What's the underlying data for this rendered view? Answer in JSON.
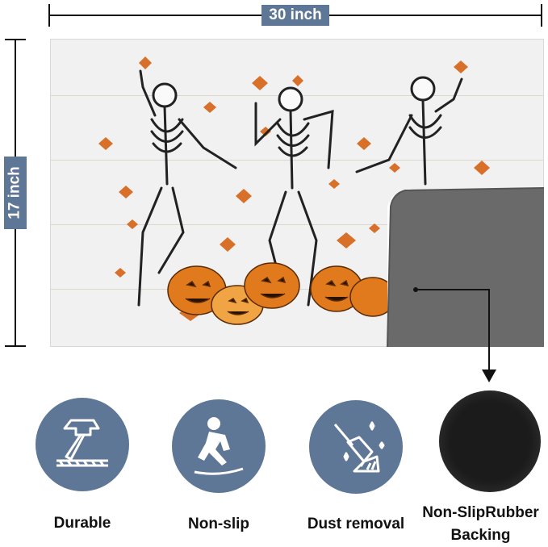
{
  "dimensions": {
    "width_label": "30 inch",
    "height_label": "17 inch"
  },
  "colors": {
    "accent": "#5f7796",
    "pumpkin": "#e07a1c",
    "leaf": "#d9702a",
    "backing": "#6a6a6a"
  },
  "features": [
    {
      "icon": "hammer-icon",
      "label": "Durable"
    },
    {
      "icon": "slip-person-icon",
      "label": "Non-slip"
    },
    {
      "icon": "broom-icon",
      "label": "Dust removal"
    },
    {
      "icon": "rubber-backing-swatch",
      "label_line1": "Non-SlipRubber",
      "label_line2": "Backing"
    }
  ]
}
